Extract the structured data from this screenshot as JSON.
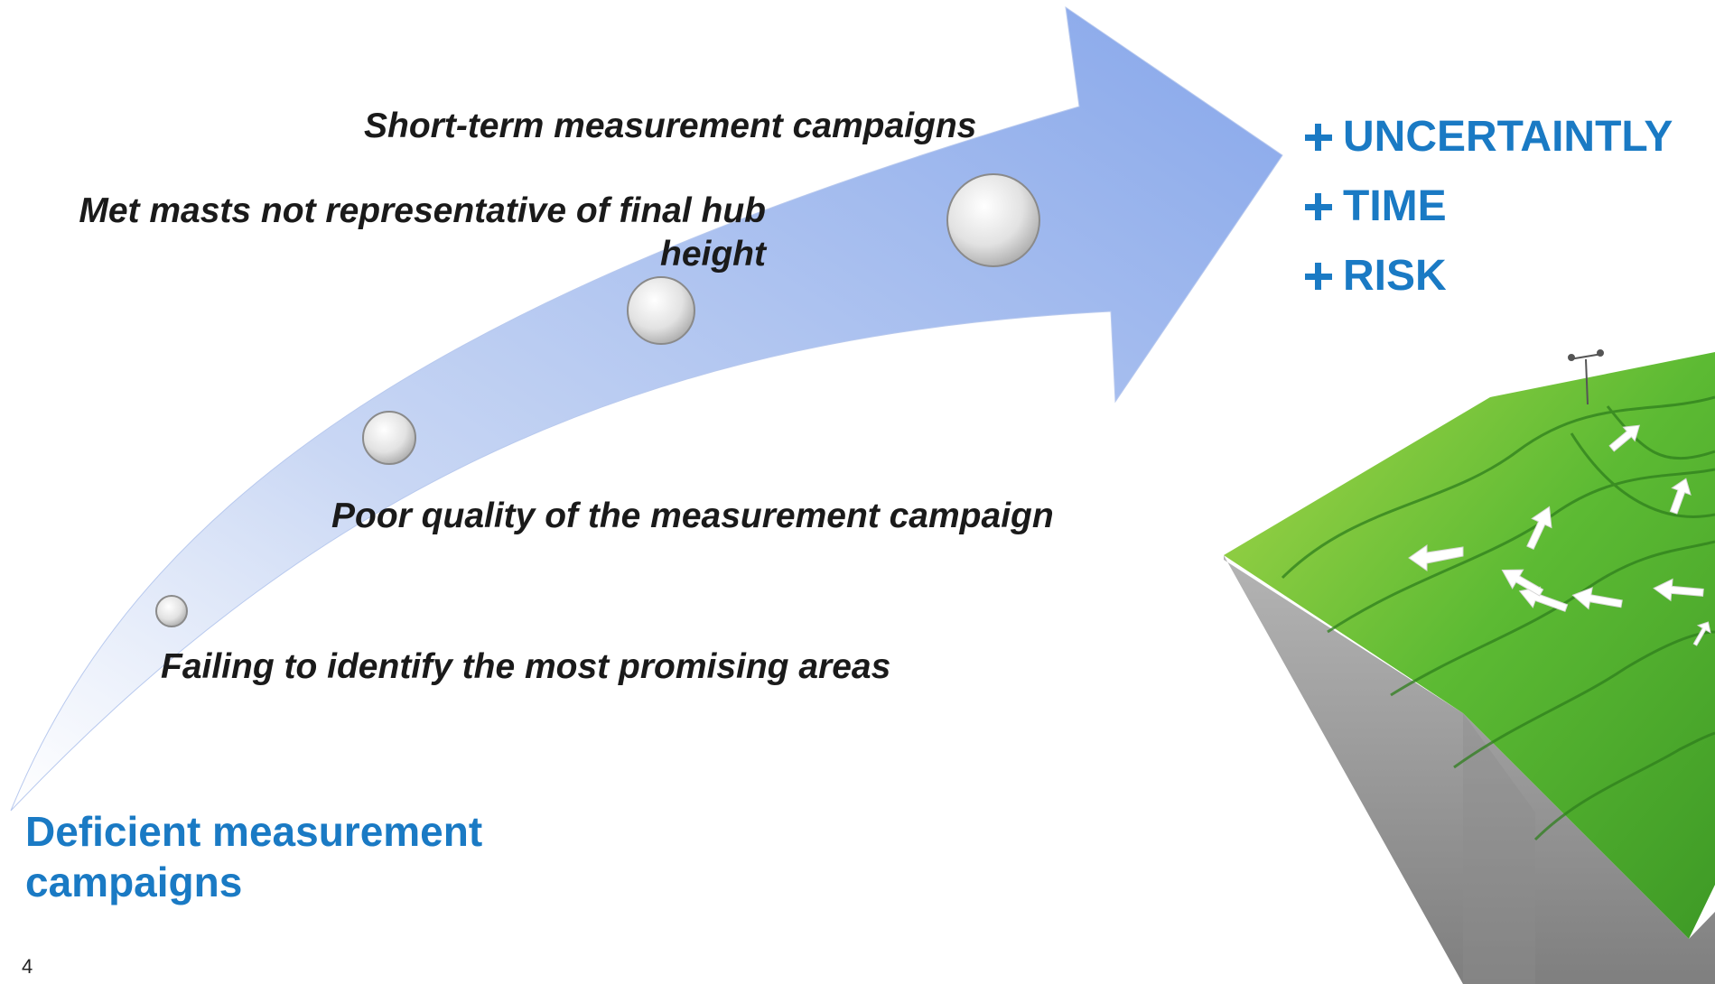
{
  "stages": [
    {
      "text": "Failing to identify the most promising areas"
    },
    {
      "text": "Poor quality of the measurement campaign"
    },
    {
      "text": "Met masts not representative of final hub height"
    },
    {
      "text": "Short-term measurement campaigns"
    }
  ],
  "consequences": [
    {
      "label": "UNCERTAINTLY",
      "icon": "plus-icon"
    },
    {
      "label": "TIME",
      "icon": "plus-icon"
    },
    {
      "label": "RISK",
      "icon": "plus-icon"
    }
  ],
  "conclusion": "Deficient measurement campaigns",
  "page_number": "4",
  "colors": {
    "arrow_head": "#8eacec",
    "arrow_tail": "#e8eefb",
    "accent_blue": "#1a7ac4",
    "terrain_green": "#5fbf3a",
    "terrain_side": "#9a9a9a"
  },
  "illustration": {
    "name": "terrain-block-with-wind-arrows",
    "met_mast": true
  }
}
